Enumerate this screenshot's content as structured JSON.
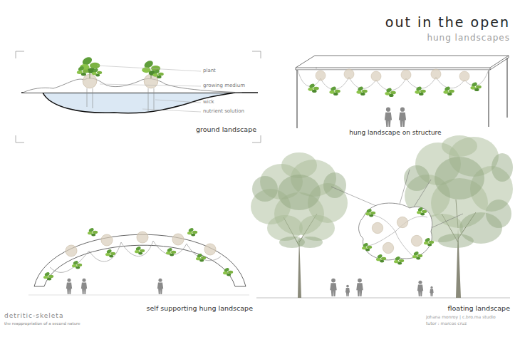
{
  "diagram": {
    "title": "out in the open",
    "labels": [
      "hung landscapes",
      "plant",
      "growing medium",
      "wick",
      "nutrient solution",
      "ground landscape",
      "hung landscape on structure",
      "self supporting hung landscape",
      "floating landscape",
      "detritic-skeleta",
      "the reappropriation of a second nature",
      "johana monroy | c.bro.ma studio",
      "tutor : marcos cruz"
    ]
  }
}
